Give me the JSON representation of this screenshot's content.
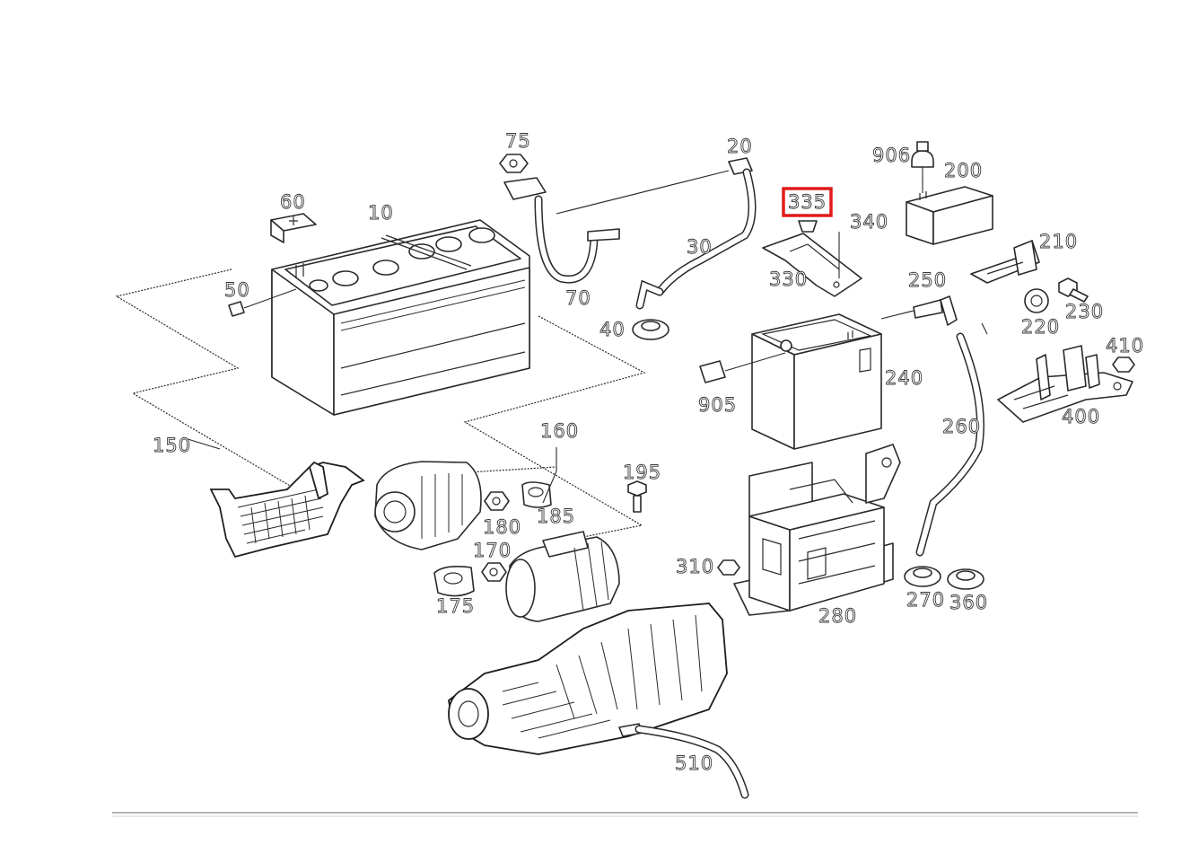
{
  "diagram": {
    "highlight_color": "#e01b1b",
    "highlighted_part": "335",
    "part_labels": {
      "p10": "10",
      "p20": "20",
      "p30": "30",
      "p40": "40",
      "p50": "50",
      "p60": "60",
      "p70": "70",
      "p75": "75",
      "p150": "150",
      "p160": "160",
      "p170": "170",
      "p175": "175",
      "p180": "180",
      "p185": "185",
      "p195": "195",
      "p200": "200",
      "p210": "210",
      "p220": "220",
      "p230": "230",
      "p240": "240",
      "p250": "250",
      "p260": "260",
      "p270": "270",
      "p280": "280",
      "p310": "310",
      "p330": "330",
      "p335": "335",
      "p340": "340",
      "p360": "360",
      "p400": "400",
      "p410": "410",
      "p510": "510",
      "p905": "905",
      "p906": "906"
    }
  }
}
